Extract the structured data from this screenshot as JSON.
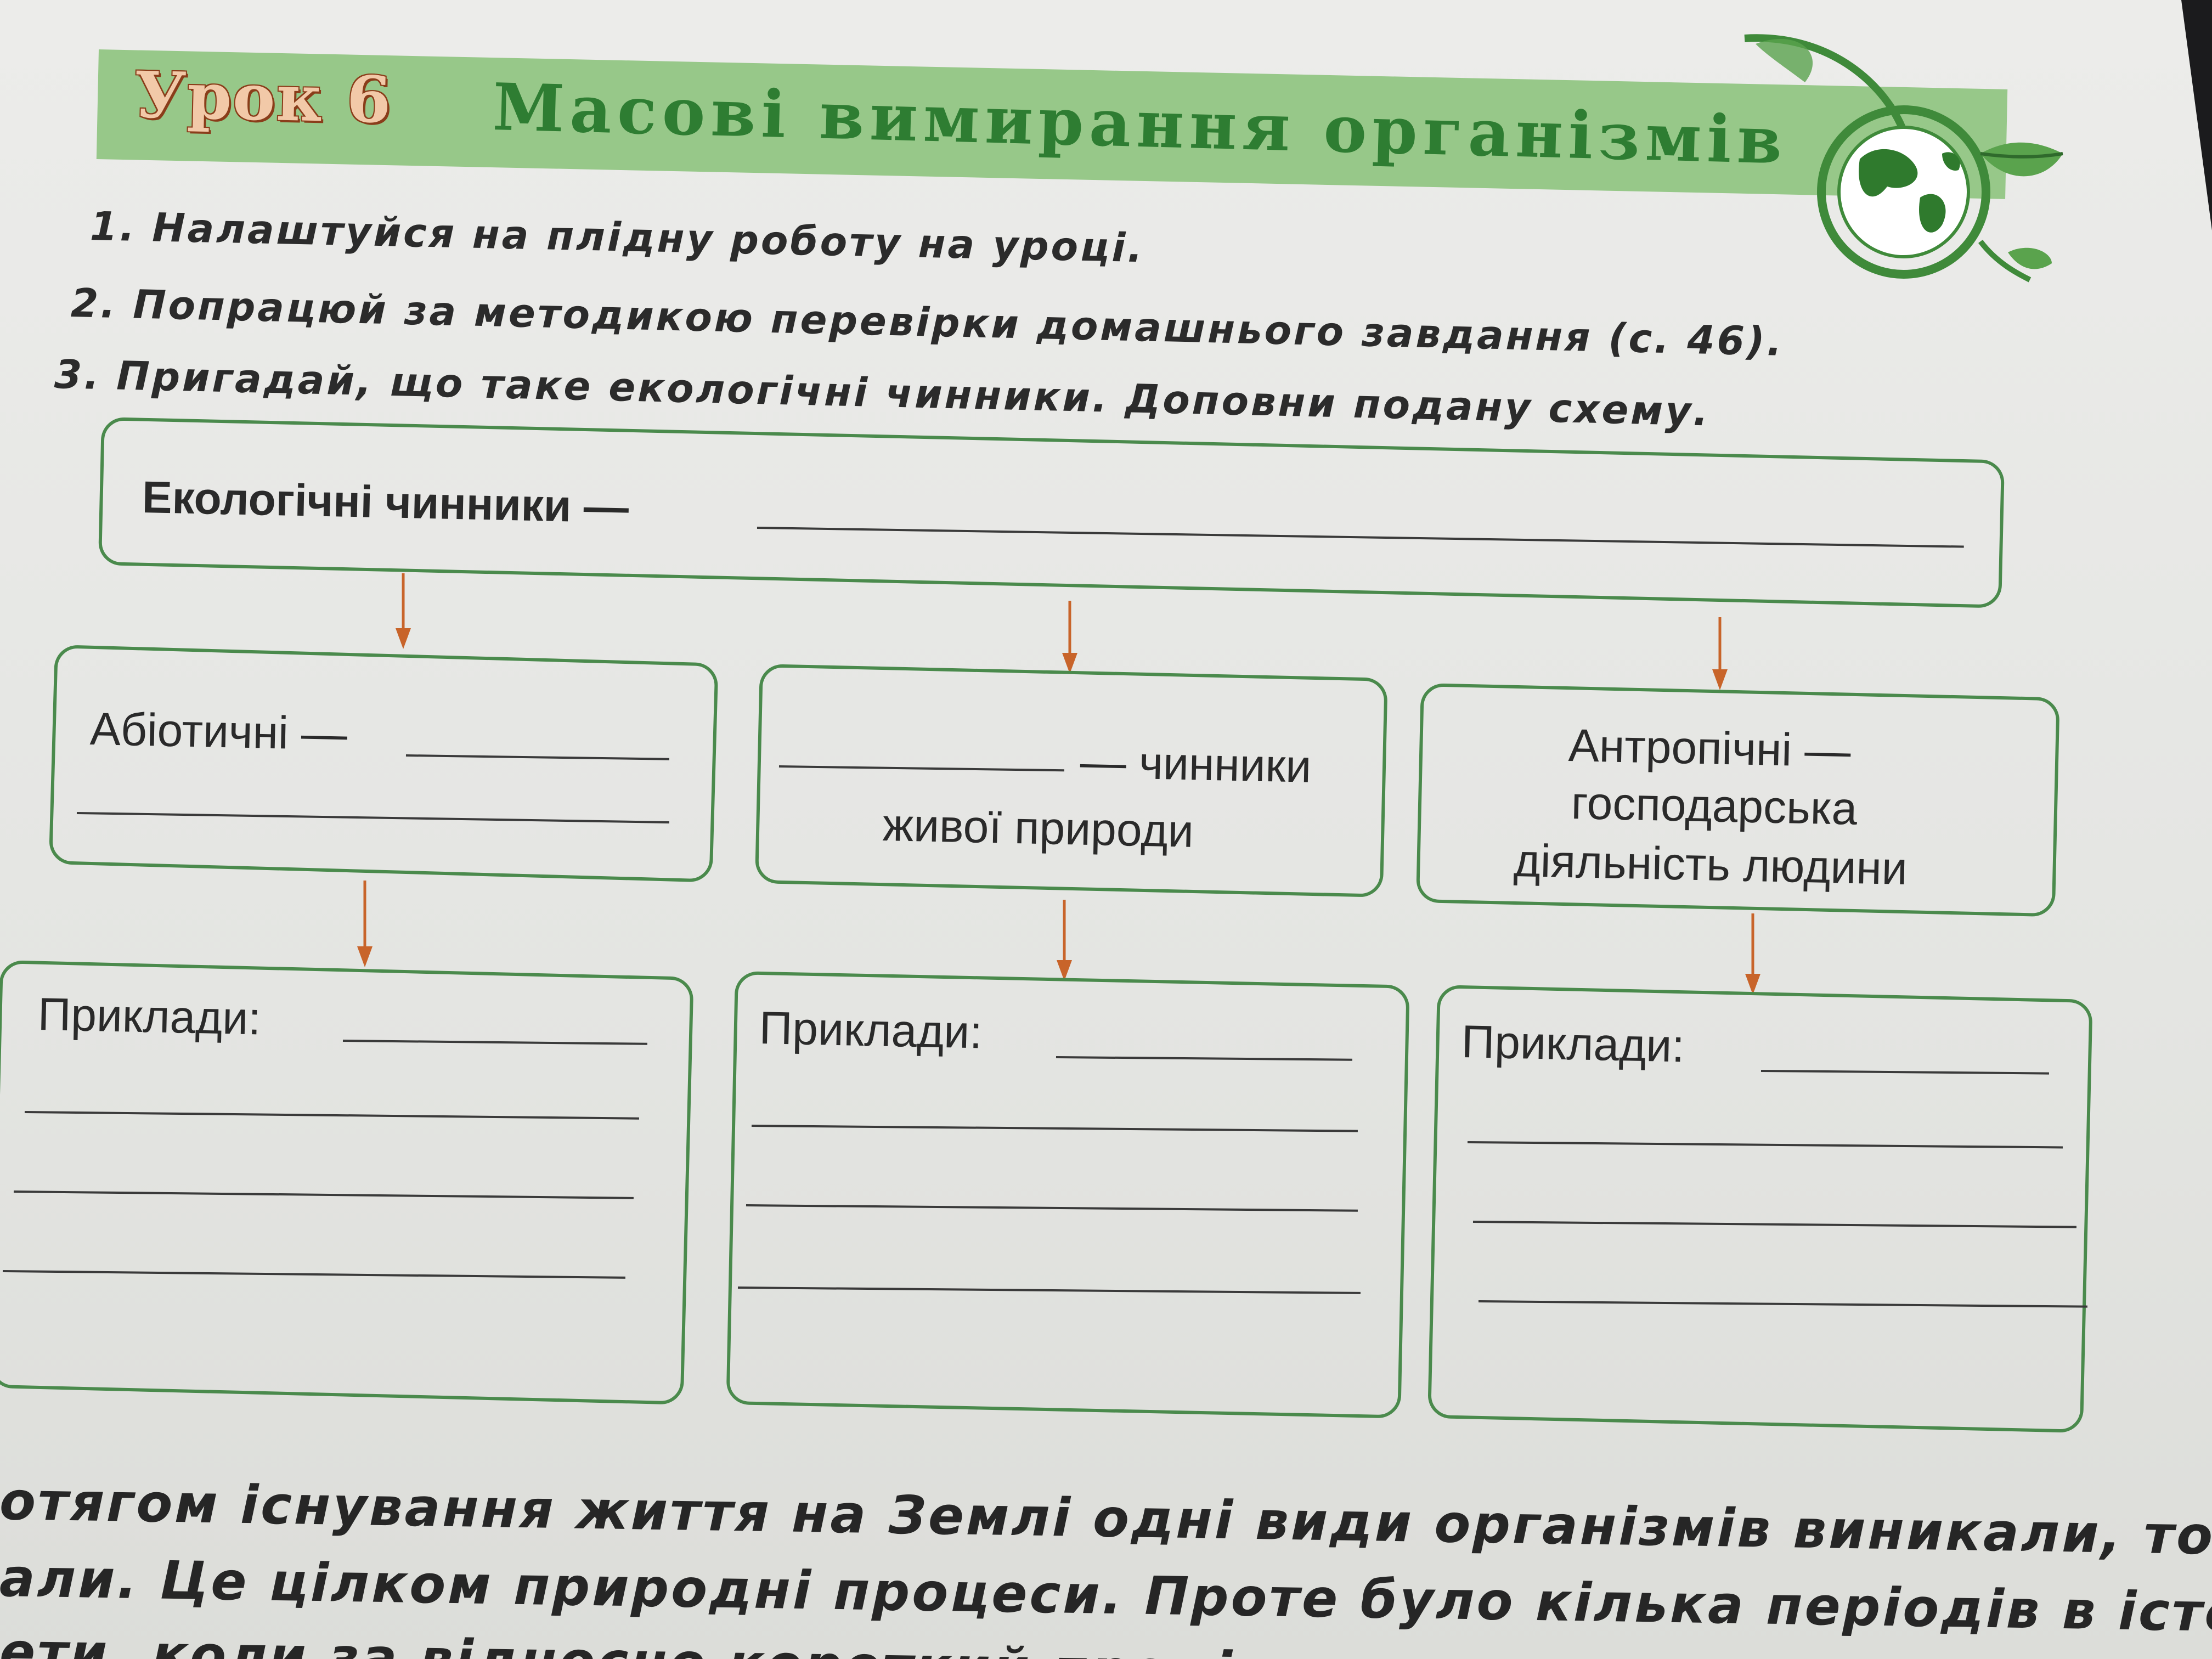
{
  "header": {
    "lesson_label": "Урок 6",
    "title": "Масові вимирання організмів"
  },
  "tasks": [
    {
      "num": "1.",
      "text": "Налаштуйся на плідну роботу на уроці."
    },
    {
      "num": "2.",
      "text": "Попрацюй за методикою перевірки домашнього завдання (с. 46)."
    },
    {
      "num": "3.",
      "text": "Пригадай, що таке екологічні чинники. Доповни подану схему."
    }
  ],
  "scheme": {
    "top": {
      "label": "Екологічні чинники —"
    },
    "abiotic": {
      "label": "Абіотичні —"
    },
    "biotic": {
      "label_suffix": "— чинники",
      "label_line2": "живої природи"
    },
    "anthropic": {
      "line1": "Антропічні —",
      "line2": "господарська",
      "line3": "діяльність людини"
    },
    "examples_label": "Приклади:"
  },
  "paragraph": [
    "отягом існування життя на Землі одні види організмів виникали, тоді як інші в",
    "али. Це цілком природні процеси. Проте було кілька періодів в історії наш",
    "ети, коли за відносно короткий проміжок часу масово"
  ],
  "colors": {
    "accent_green": "#4a8a4c",
    "banner_green": "#97c889",
    "title_green": "#2e7d32",
    "arrow_orange": "#c8642a"
  }
}
